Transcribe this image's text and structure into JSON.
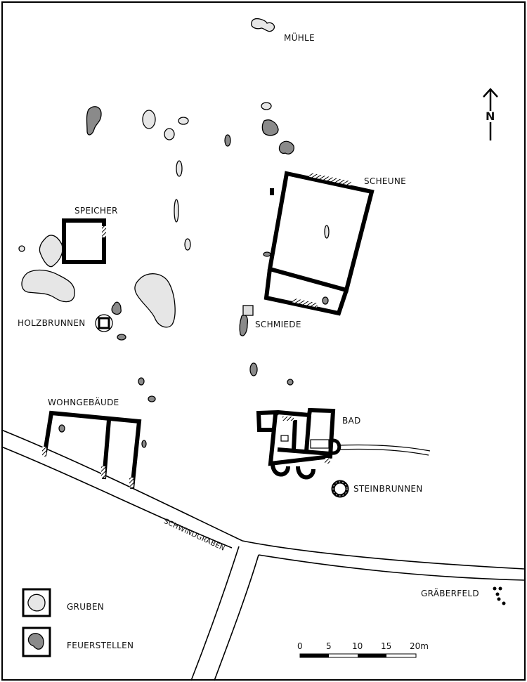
{
  "labels": {
    "muehle": "MÜHLE",
    "scheune": "SCHEUNE",
    "speicher": "SPEICHER",
    "holzbrunnen": "HOLZBRUNNEN",
    "schmiede": "SCHMIEDE",
    "wohngebaeude": "WOHNGEBÄUDE",
    "bad": "BAD",
    "steinbrunnen": "STEINBRUNNEN",
    "schwindgraben": "SCHWINDGRABEN",
    "graeberfeld": "GRÄBERFELD"
  },
  "north_arrow": {
    "label": "N"
  },
  "legend": [
    {
      "label": "GRUBEN",
      "color": "#e6e6e6"
    },
    {
      "label": "FEUERSTELLEN",
      "color": "#8a8a8a"
    }
  ],
  "scale_bar": {
    "ticks": [
      "0",
      "5",
      "10",
      "15",
      "20m"
    ]
  }
}
